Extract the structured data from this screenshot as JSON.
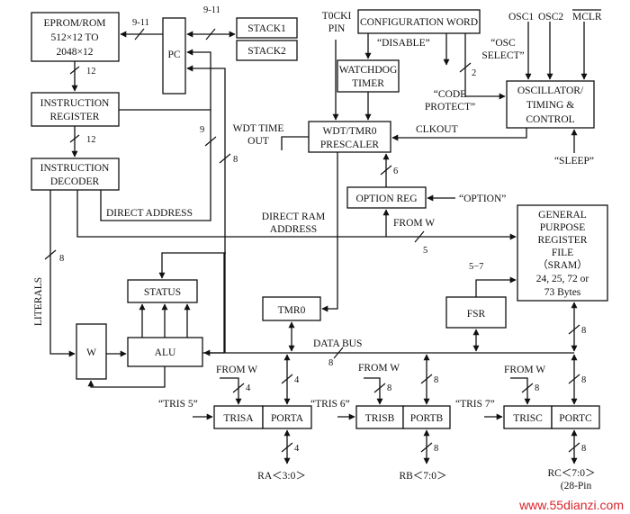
{
  "blocks": {
    "eprom": [
      "EPROM/ROM",
      "512×12 TO",
      "2048×12"
    ],
    "pc": "PC",
    "stack1": "STACK1",
    "stack2": "STACK2",
    "instr_reg": [
      "INSTRUCTION",
      "REGISTER"
    ],
    "instr_dec": [
      "INSTRUCTION",
      "DECODER"
    ],
    "config_word": "CONFIGURATION WORD",
    "watchdog": [
      "WATCHDOG",
      "TIMER"
    ],
    "prescaler": [
      "WDT/TMR0",
      "PRESCALER"
    ],
    "oscillator": [
      "OSCILLATOR/",
      "TIMING &",
      "CONTROL"
    ],
    "option_reg": "OPTION REG",
    "gpr": [
      "GENERAL",
      "PURPOSE",
      "REGISTER",
      "FILE",
      "（SRAM）",
      "24, 25, 72 or",
      "73 Bytes"
    ],
    "status": "STATUS",
    "tmr0": "TMR0",
    "fsr": "FSR",
    "w": "W",
    "alu": "ALU",
    "trisa": "TRISA",
    "porta": "PORTA",
    "trisb": "TRISB",
    "portb": "PORTB",
    "trisc": "TRISC",
    "portc": "PORTC"
  },
  "labels": {
    "bus_9_11_a": "9-11",
    "bus_9_11_b": "9-11",
    "bus_12_a": "12",
    "bus_12_b": "12",
    "bus_9": "9",
    "bus_8_pc": "8",
    "direct_address": "DIRECT ADDRESS",
    "direct_ram_address": [
      "DIRECT RAM",
      "ADDRESS"
    ],
    "literals": "LITERALS",
    "bus_8_literals": "8",
    "t0cki_pin": [
      "T0CKI",
      "PIN"
    ],
    "disable": "“DISABLE”",
    "osc_select": [
      "“OSC",
      "SELECT”"
    ],
    "code_protect": [
      "“CODE",
      "PROTECT”"
    ],
    "bus_2": "2",
    "osc1": "OSC1",
    "osc2": "OSC2",
    "mclr": "MCLR",
    "wdt_time_out": [
      "WDT TIME",
      "OUT"
    ],
    "clkout": "CLKOUT",
    "sleep": "“SLEEP”",
    "bus_6": "6",
    "option_sig": "“OPTION”",
    "from_w_option": "FROM W",
    "bus_5": "5",
    "bus_5_7": "5−7",
    "data_bus": "DATA BUS",
    "bus_8_data": "8",
    "bus_8_gpr": "8",
    "from_w_a": "FROM W",
    "from_w_b": "FROM W",
    "from_w_c": "FROM W",
    "tris5": "“TRIS 5”",
    "tris6": "“TRIS 6”",
    "tris7": "“TRIS 7”",
    "bus_4_trisa": "4",
    "bus_4_porta": "4",
    "bus_4_ra": "4",
    "bus_8_trisb": "8",
    "bus_8_portb": "8",
    "bus_8_rb": "8",
    "bus_8_trisc": "8",
    "bus_8_portc": "8",
    "bus_8_rc": "8",
    "ra": "RA＜3:0＞",
    "rb": "RB＜7:0＞",
    "rc": [
      "RC＜7:0＞",
      "(28-Pin"
    ],
    "watermark": "www.55dianzi.com"
  },
  "colors": {
    "line": "#111111",
    "watermark": "#d9232a"
  }
}
